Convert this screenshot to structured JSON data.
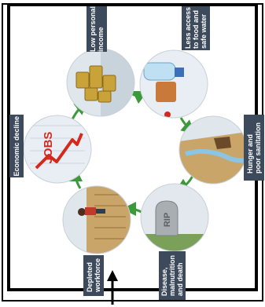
{
  "diagram": {
    "labels": {
      "low_income": "Low personal\nincome",
      "access": "Less access\nto food and\nsafe water",
      "hunger": "Hunger and\npoor sanitation",
      "disease": "Disease,\nmalnutrition\nand death",
      "workforce": "Depleted\nworkforce",
      "economic": "Economic decline"
    },
    "jobs_text": "JOBS",
    "rip_text": "RIP"
  },
  "colors": {
    "label_bg": "#3c4a5c",
    "arrow": "#3a9a3a",
    "circle_bg": "#dfe6ec",
    "ground": "#c9a56a",
    "gold": "#c9a23a",
    "chart_red": "#d42a1e"
  }
}
